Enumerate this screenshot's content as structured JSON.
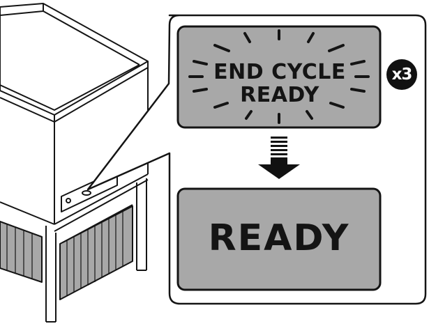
{
  "display_before": {
    "line1": "END CYCLE",
    "line2": "READY",
    "state": "flashing"
  },
  "display_after": {
    "text": "READY"
  },
  "repeat_badge": "x3",
  "colors": {
    "screen_fill": "#a8a8a8",
    "outline": "#141414",
    "badge": "#111111",
    "background": "#ffffff"
  },
  "icons": {
    "transition": "arrow-down-icon",
    "flash": "flash-rays-icon"
  }
}
